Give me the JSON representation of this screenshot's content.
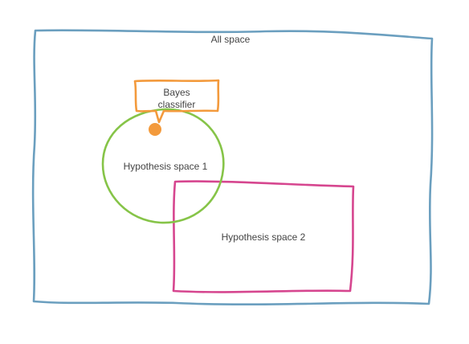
{
  "diagram": {
    "all_space_label": "All space",
    "bayes_label_line1": "Bayes",
    "bayes_label_line2": "classifier",
    "hypothesis1_label": "Hypothesis space 1",
    "hypothesis2_label": "Hypothesis space 2"
  },
  "colors": {
    "all_space": "#6b9fbf",
    "bayes": "#f39a3c",
    "hypothesis1": "#86c448",
    "hypothesis2": "#d6468f",
    "text": "#444444"
  }
}
